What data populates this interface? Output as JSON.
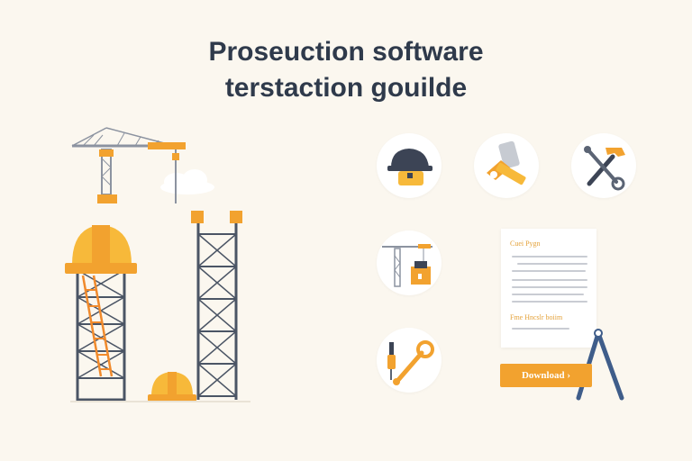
{
  "header": {
    "title_line1": "Proseuction software",
    "title_line2": "terstaction gouilde"
  },
  "document": {
    "heading": "Cuei Pygn",
    "subheading": "Fme Hncslr boiim"
  },
  "download": {
    "label": "Download ›"
  },
  "icons": {
    "helmet_icon": "hard-hat-icon",
    "measure_icon": "measuring-tape-icon",
    "tools_icon": "hammer-wrench-icon",
    "crane_icon": "crane-building-icon",
    "repair_icon": "screwdriver-wrench-icon"
  },
  "colors": {
    "background": "#fbf7ef",
    "accent": "#f2a22f",
    "title": "#2f3a4b",
    "steel": "#4b5565"
  }
}
